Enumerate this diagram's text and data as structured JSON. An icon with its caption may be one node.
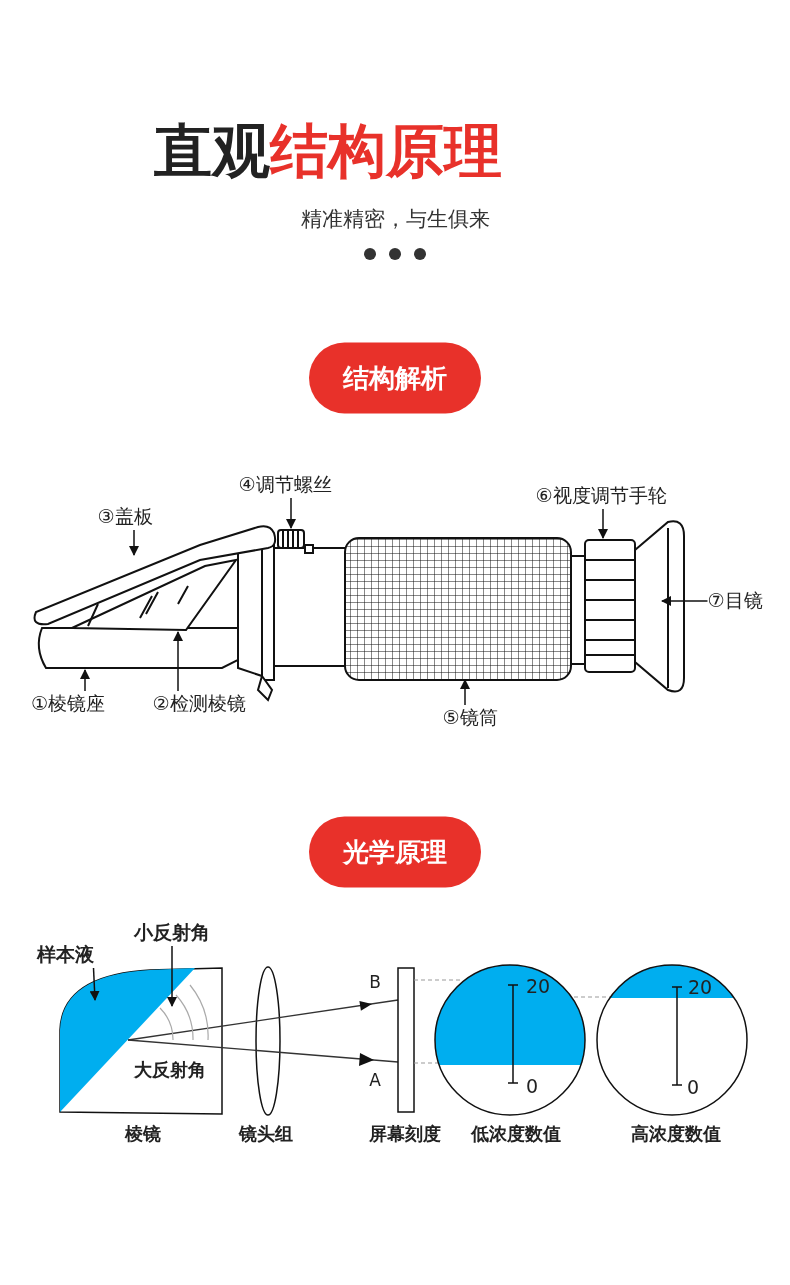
{
  "diagram": {
    "nodes": [
      {
        "text": [
          "结构解析"
        ]
      },
      {
        "text": [
          "③盖板"
        ]
      },
      {
        "text": [
          "④调节螺丝"
        ]
      },
      {
        "text": [
          "⑥视度调节手轮"
        ]
      },
      {
        "text": [
          "⑦目镜"
        ]
      },
      {
        "text": [
          "①棱镜座"
        ]
      },
      {
        "text": [
          "②检测棱镜"
        ]
      },
      {
        "text": [
          "⑤镜筒"
        ]
      },
      {
        "text": [],
        "shape": "box"
      },
      {
        "text": [],
        "shape": "box"
      },
      {
        "text": [],
        "shape": "box"
      },
      {
        "text": [],
        "shape": "box"
      },
      {
        "text": [],
        "shape": "box"
      },
      {
        "text": [],
        "shape": "box"
      },
      {
        "text": [],
        "shape": "box"
      },
      {
        "text": [
          "光学原理"
        ]
      },
      {
        "text": [
          "样本液"
        ]
      },
      {
        "text": [
          "小反射角"
        ]
      },
      {
        "text": [],
        "shape": "wedge"
      },
      {
        "text": [],
        "shape": "arc"
      }
    ],
    "edges": [
      {
        "from": 1,
        "to": 8,
        "arrow": "to"
      },
      {
        "from": 2,
        "to": 9,
        "arrow": "to"
      },
      {
        "from": 3,
        "to": 10,
        "arrow": "to"
      },
      {
        "from": 4,
        "to": 11,
        "arrow": "to"
      },
      {
        "from": 5,
        "to": 12,
        "arrow": "to"
      },
      {
        "from": 6,
        "to": 13,
        "arrow": "to"
      },
      {
        "from": 7,
        "to": 14,
        "arrow": "to"
      },
      {
        "from": 16,
        "to": 18,
        "arrow": "to"
      },
      {
        "from": 17,
        "to": 19,
        "arrow": "to"
      }
    ],
    "labels": [
      "直观",
      "结构原理",
      "精准精密，与生俱来",
      "大反射角",
      "B",
      "A",
      "20",
      "0",
      "20",
      "0",
      "棱镜",
      "镜头组",
      "屏幕刻度",
      "低浓度数值",
      "高浓度数值"
    ]
  }
}
